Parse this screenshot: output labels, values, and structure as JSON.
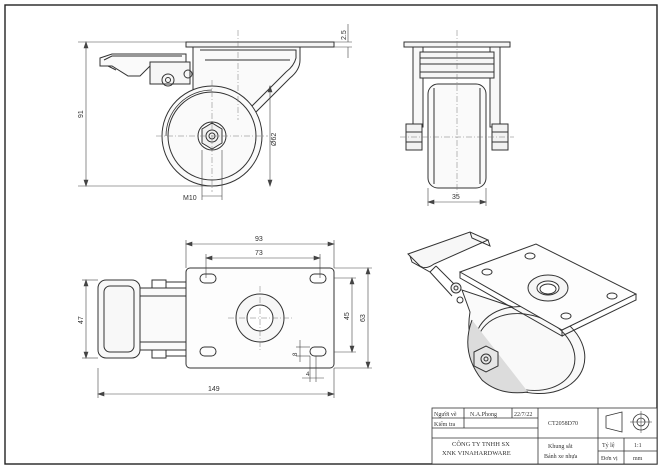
{
  "dimensions": {
    "height_91": "91",
    "thickness_2_5": "2.5",
    "diameter_62": "Ø62",
    "thread_m10": "M10",
    "width_35": "35",
    "plate_width_93": "93",
    "hole_spacing_73": "73",
    "total_length_149": "149",
    "side_height_47": "47",
    "hole_spacing_45": "45",
    "plate_height_63": "63",
    "slot_length_8": "8",
    "slot_width_4": "4"
  },
  "title_block": {
    "drawn_by_label": "Người vẽ",
    "drawn_by_value": "N.A.Phong",
    "date": "22/7/22",
    "checked_label": "Kiểm tra",
    "part_code": "CT2058D70",
    "company_line1": "CÔNG TY TNHH SX",
    "company_line2": "XNK VINAHARDWARE",
    "material_line1": "Khung sắt",
    "material_line2": "Bánh xe nhựa",
    "scale_label": "Tỷ lệ",
    "scale_value": "1:1",
    "unit_label": "Đơn vị",
    "unit_value": "mm"
  }
}
